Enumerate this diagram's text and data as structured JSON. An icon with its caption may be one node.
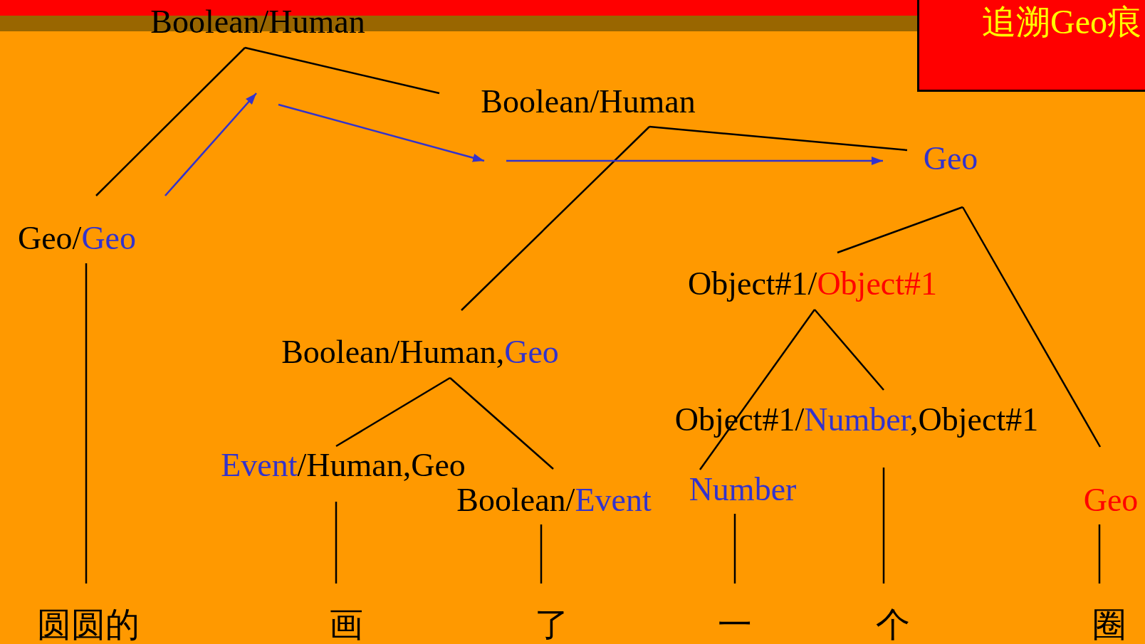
{
  "diagram": {
    "nodes": [
      {
        "text": [
          "Boolean/Human"
        ]
      },
      {
        "text": [
          "Boolean/Human"
        ]
      },
      {
        "text": [
          "Geo"
        ]
      },
      {
        "text": [
          "Geo/",
          "Geo"
        ]
      },
      {
        "text": [
          "Object#1/",
          "Object#1"
        ]
      },
      {
        "text": [
          "Boolean/Human,",
          "Geo"
        ]
      },
      {
        "text": [
          "Event",
          "/Human,Geo"
        ]
      },
      {
        "text": [
          "Boolean/",
          "Event"
        ]
      },
      {
        "text": [
          "Object#1/",
          "Number",
          ",Object#1"
        ]
      },
      {
        "text": [
          "Number"
        ]
      },
      {
        "text": [
          "Geo"
        ]
      },
      {
        "text": [
          "圆圆的"
        ]
      },
      {
        "text": [
          "画"
        ]
      },
      {
        "text": [
          "了"
        ]
      },
      {
        "text": [
          "一"
        ]
      },
      {
        "text": [
          "个"
        ]
      },
      {
        "text": [
          "圈"
        ]
      },
      {
        "text": [
          "追溯Geo痕"
        ]
      }
    ],
    "edges": [
      {
        "from": 0,
        "to": 3,
        "arrow": "none"
      },
      {
        "from": 0,
        "to": 1,
        "arrow": "none"
      },
      {
        "from": 1,
        "to": 5,
        "arrow": "none"
      },
      {
        "from": 1,
        "to": 2,
        "arrow": "none"
      },
      {
        "from": 2,
        "to": 4,
        "arrow": "none"
      },
      {
        "from": 2,
        "to": 10,
        "arrow": "none"
      },
      {
        "from": 4,
        "to": 9,
        "arrow": "none"
      },
      {
        "from": 4,
        "to": 8,
        "arrow": "none"
      },
      {
        "from": 5,
        "to": 6,
        "arrow": "none"
      },
      {
        "from": 5,
        "to": 7,
        "arrow": "none"
      },
      {
        "from": 3,
        "to": 11,
        "arrow": "none"
      },
      {
        "from": 6,
        "to": 12,
        "arrow": "none"
      },
      {
        "from": 7,
        "to": 13,
        "arrow": "none"
      },
      {
        "from": 9,
        "to": 14,
        "arrow": "none"
      },
      {
        "from": 8,
        "to": 15,
        "arrow": "none"
      },
      {
        "from": 10,
        "to": 16,
        "arrow": "none"
      },
      {
        "from": 3,
        "to": 0,
        "arrow": "to",
        "color": "#3333cc"
      },
      {
        "from": 0,
        "to": 1,
        "arrow": "to",
        "color": "#3333cc"
      },
      {
        "from": 1,
        "to": 2,
        "arrow": "to",
        "color": "#3333cc"
      }
    ]
  }
}
